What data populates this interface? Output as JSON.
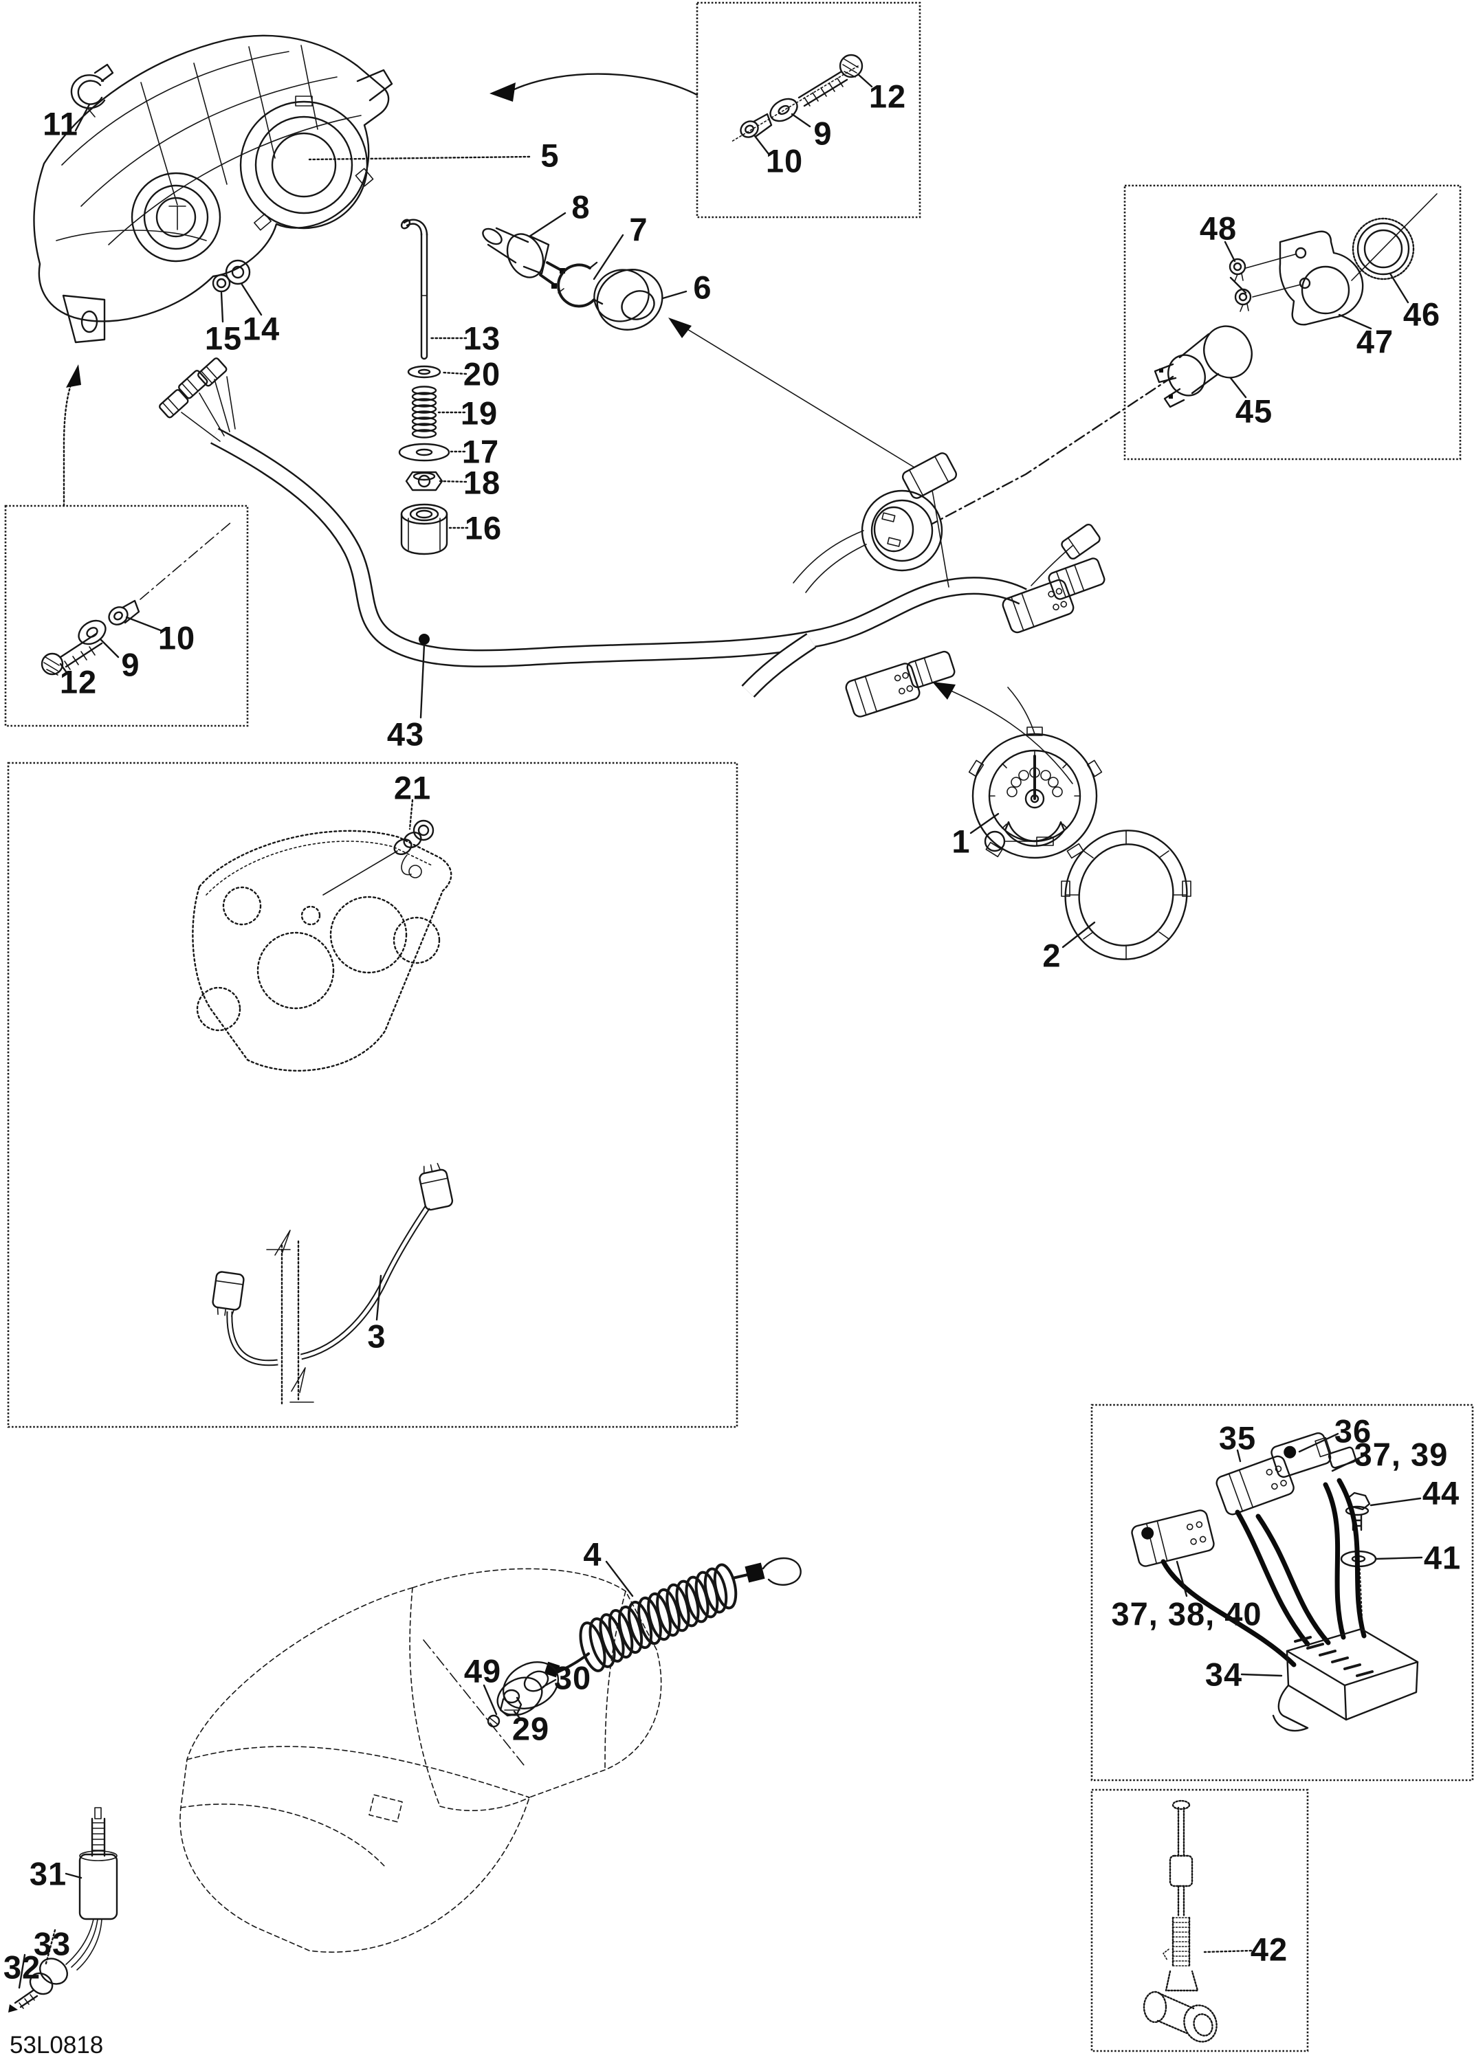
{
  "doc_code": "53L0818",
  "ink_color": "#161616",
  "paper_color": "#ffffff",
  "callouts": [
    {
      "id": "clip-headlight",
      "text": "11"
    },
    {
      "id": "headlight-assy",
      "text": "5"
    },
    {
      "id": "bulb",
      "text": "8"
    },
    {
      "id": "retaining-ring",
      "text": "7"
    },
    {
      "id": "boot",
      "text": "6"
    },
    {
      "id": "screw-top-box",
      "text": "12"
    },
    {
      "id": "washer-top-box",
      "text": "9"
    },
    {
      "id": "bushing-top-box",
      "text": "10"
    },
    {
      "id": "nut-small",
      "text": "15"
    },
    {
      "id": "grommet",
      "text": "14"
    },
    {
      "id": "adjust-rod",
      "text": "13"
    },
    {
      "id": "washer-small",
      "text": "20"
    },
    {
      "id": "spring",
      "text": "19"
    },
    {
      "id": "washer-large",
      "text": "17"
    },
    {
      "id": "nut-hex",
      "text": "18"
    },
    {
      "id": "adjust-knob",
      "text": "16"
    },
    {
      "id": "screws-bracket",
      "text": "48"
    },
    {
      "id": "ring-nut",
      "text": "46"
    },
    {
      "id": "bracket",
      "text": "47"
    },
    {
      "id": "ignition-switch",
      "text": "45"
    },
    {
      "id": "bushing-left-box",
      "text": "10"
    },
    {
      "id": "washer-left-box",
      "text": "9"
    },
    {
      "id": "screw-left-box",
      "text": "12"
    },
    {
      "id": "main-harness",
      "text": "43"
    },
    {
      "id": "gauge",
      "text": "1"
    },
    {
      "id": "gauge-bezel",
      "text": "2"
    },
    {
      "id": "cluster-socket",
      "text": "21"
    },
    {
      "id": "jumper-wire",
      "text": "3"
    },
    {
      "id": "safety-lanyard",
      "text": "4"
    },
    {
      "id": "lanyard-cap",
      "text": "30"
    },
    {
      "id": "screw-switch",
      "text": "49"
    },
    {
      "id": "start-stop-switch",
      "text": "29"
    },
    {
      "id": "antenna",
      "text": "31"
    },
    {
      "id": "antenna-connector",
      "text": "33"
    },
    {
      "id": "antenna-terminal",
      "text": "32"
    },
    {
      "id": "connector-35",
      "text": "35"
    },
    {
      "id": "connector-36",
      "text": "36"
    },
    {
      "id": "seals-37-39",
      "text": "37, 39"
    },
    {
      "id": "bolt-44",
      "text": "44"
    },
    {
      "id": "washer-41",
      "text": "41"
    },
    {
      "id": "seals-37-38-40",
      "text": "37, 38, 40"
    },
    {
      "id": "voltage-regulator",
      "text": "34"
    },
    {
      "id": "speed-sensor",
      "text": "42"
    }
  ]
}
